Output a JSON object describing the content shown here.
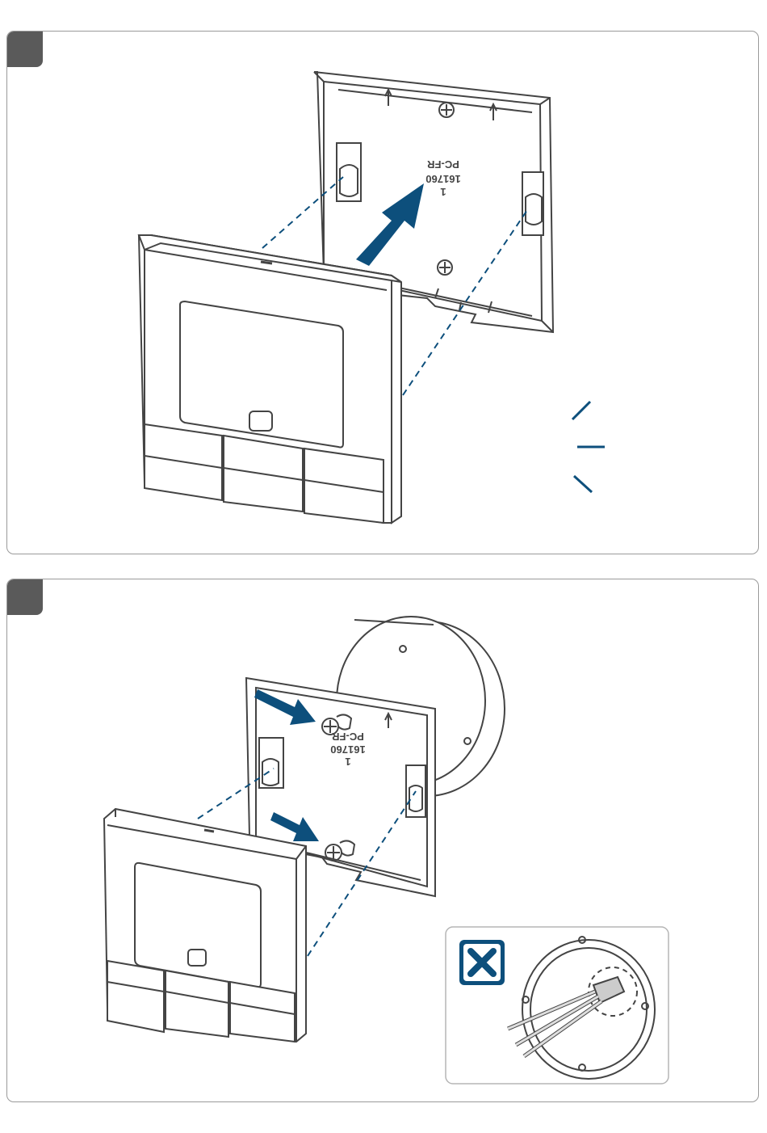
{
  "steps": [
    {
      "engraving": {
        "line1": "PC-FR",
        "line2": "161760",
        "line3": "1"
      }
    },
    {
      "engraving": {
        "line1": "PC-FR",
        "line2": "161760",
        "line3": "1"
      }
    }
  ],
  "colors": {
    "accent": "#0d4f7c",
    "line": "#444444",
    "badge": "#5a5a5a",
    "inset_border": "#b5b5b5"
  },
  "icons": {
    "wrong_indicator": "cross-in-square-icon"
  }
}
